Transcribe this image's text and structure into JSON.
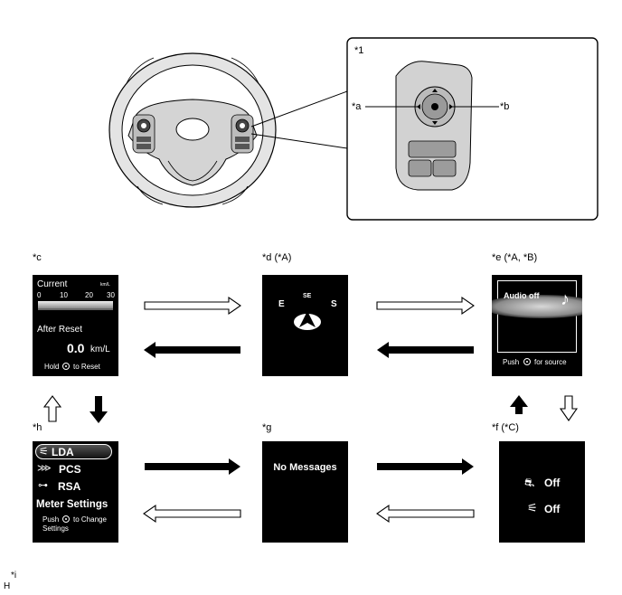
{
  "labels": {
    "inset": "*1",
    "a": "*a",
    "b": "*b",
    "c": "*c",
    "d": "*d (*A)",
    "e": "*e (*A, *B)",
    "f": "*f (*C)",
    "g": "*g",
    "h": "*h",
    "i": "*i",
    "footer": "H"
  },
  "screen_c": {
    "current": "Current",
    "unit_small": "km/L",
    "scale": [
      "0",
      "10",
      "20",
      "30"
    ],
    "after_reset": "After Reset",
    "value": "0.0",
    "value_unit": "km/L",
    "hold": "Hold",
    "to_reset": "to Reset"
  },
  "screen_d": {
    "left": "E",
    "top": "SE",
    "right": "S"
  },
  "screen_e": {
    "audio": "Audio off",
    "push": "Push",
    "for_source": "for source"
  },
  "screen_f": {
    "row1": "Off",
    "row2": "Off"
  },
  "screen_g": {
    "msg": "No Messages"
  },
  "screen_h": {
    "items": [
      "LDA",
      "PCS",
      "RSA"
    ],
    "meter": "Meter Settings",
    "push": "Push",
    "to_change": "to Change",
    "settings": "Settings"
  }
}
